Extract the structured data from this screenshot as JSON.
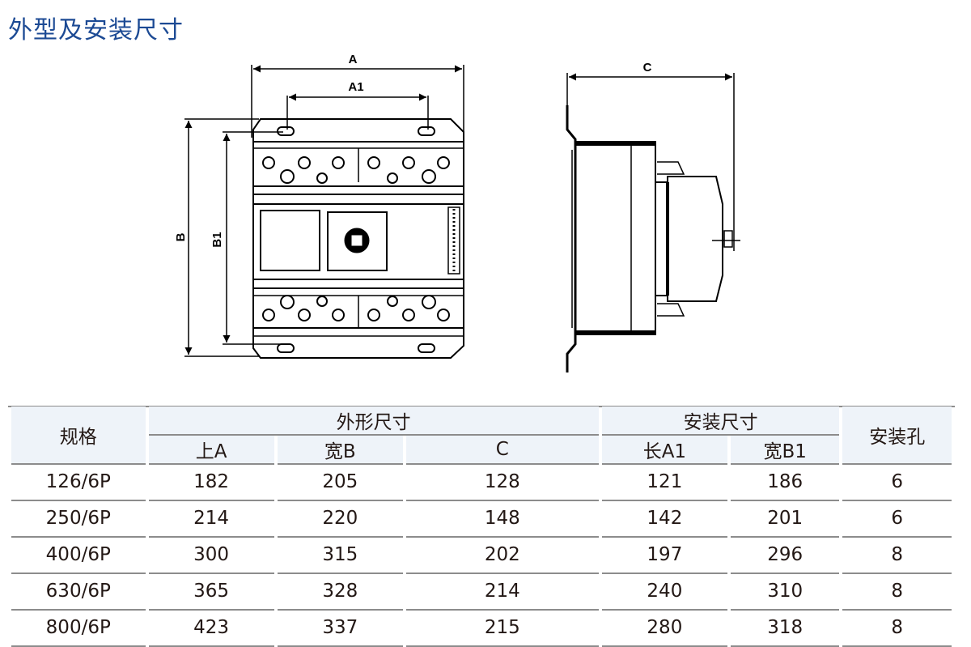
{
  "title": "外型及安装尺寸",
  "drawing": {
    "front_view": {
      "dim_labels": {
        "A": "A",
        "A1": "A1",
        "B": "B",
        "B1": "B1"
      }
    },
    "side_view": {
      "dim_labels": {
        "C": "C"
      }
    }
  },
  "table": {
    "header": {
      "spec": "规格",
      "outer_group": "外形尺寸",
      "mount_group": "安装尺寸",
      "holes": "安装孔",
      "outer_cols": [
        "上A",
        "宽B",
        "C"
      ],
      "mount_cols": [
        "长A1",
        "宽B1"
      ]
    },
    "rows": [
      {
        "spec": "126/6P",
        "A": "182",
        "B": "205",
        "C": "128",
        "A1": "121",
        "B1": "186",
        "holes": "6"
      },
      {
        "spec": "250/6P",
        "A": "214",
        "B": "220",
        "C": "148",
        "A1": "142",
        "B1": "201",
        "holes": "6"
      },
      {
        "spec": "400/6P",
        "A": "300",
        "B": "315",
        "C": "202",
        "A1": "197",
        "B1": "296",
        "holes": "8"
      },
      {
        "spec": "630/6P",
        "A": "365",
        "B": "328",
        "C": "214",
        "A1": "240",
        "B1": "310",
        "holes": "8"
      },
      {
        "spec": "800/6P",
        "A": "423",
        "B": "337",
        "C": "215",
        "A1": "280",
        "B1": "318",
        "holes": "8"
      }
    ]
  }
}
